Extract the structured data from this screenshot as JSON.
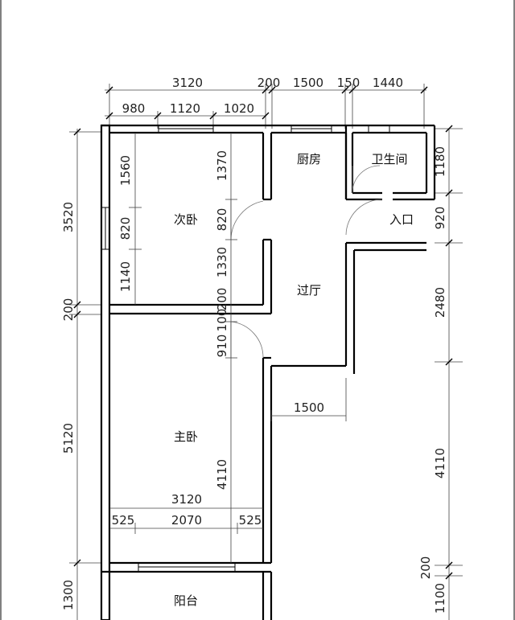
{
  "rooms": {
    "second_bedroom": "次卧",
    "kitchen": "厨房",
    "bathroom": "卫生间",
    "entrance": "入口",
    "hall": "过厅",
    "master_bedroom": "主卧",
    "balcony": "阳台"
  },
  "dims": {
    "top_outer": [
      "3120",
      "200",
      "1500",
      "150",
      "1440"
    ],
    "top_inner": [
      "980",
      "1120",
      "1020"
    ],
    "left_outer": [
      "3520",
      "200",
      "5120",
      "1300"
    ],
    "left_inner": [
      "1560",
      "820",
      "1140"
    ],
    "mid_col": [
      "1370",
      "820",
      "1330",
      "200",
      "100",
      "910",
      "4110"
    ],
    "right_col": [
      "1180",
      "920",
      "2480",
      "4110",
      "200",
      "1100"
    ],
    "hall_width": "1500",
    "master_width": "3120",
    "window_parts": [
      "525",
      "2070",
      "525"
    ]
  }
}
